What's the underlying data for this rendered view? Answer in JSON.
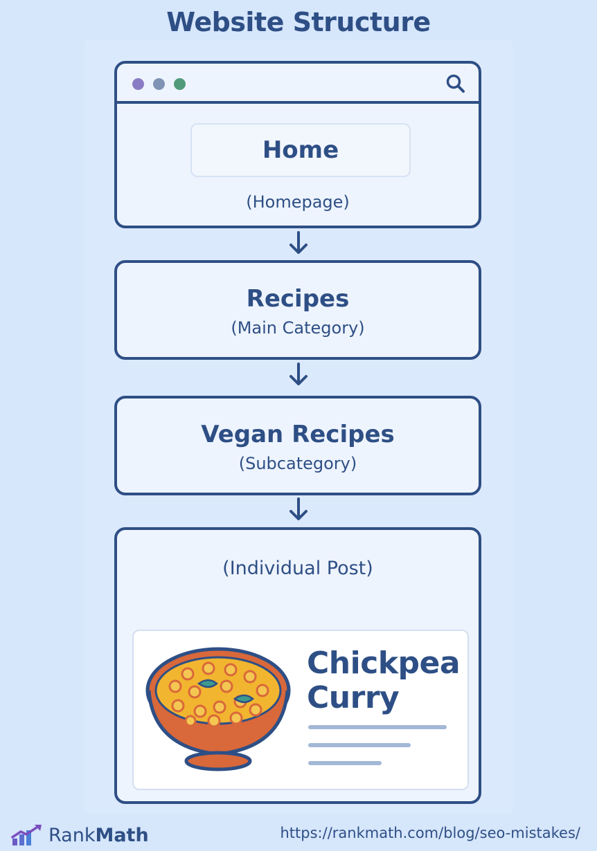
{
  "title": "Website Structure",
  "nodes": {
    "home": {
      "label": "Home",
      "sublabel": "(Homepage)"
    },
    "recipes": {
      "label": "Recipes",
      "sublabel": "(Main Category)"
    },
    "vegan": {
      "label": "Vegan Recipes",
      "sublabel": "(Subcategory)"
    },
    "post": {
      "sublabel": "(Individual Post)",
      "card_title_line1": "Chickpea",
      "card_title_line2": "Curry"
    }
  },
  "icons": {
    "browser": [
      "window-dot-icon",
      "search-icon"
    ],
    "connectors": "arrow-down-icon",
    "post": "curry-bowl-icon",
    "brand": "rankmath-logo-icon"
  },
  "colors": {
    "primary": "#2e4f85",
    "background": "#d6e6fb",
    "box_fill": "#eef4fd",
    "bowl": "#d9683a",
    "curry": "#f2b52f"
  },
  "footer": {
    "brand_part1": "Rank",
    "brand_part2": "Math",
    "url": "https://rankmath.com/blog/seo-mistakes/"
  }
}
